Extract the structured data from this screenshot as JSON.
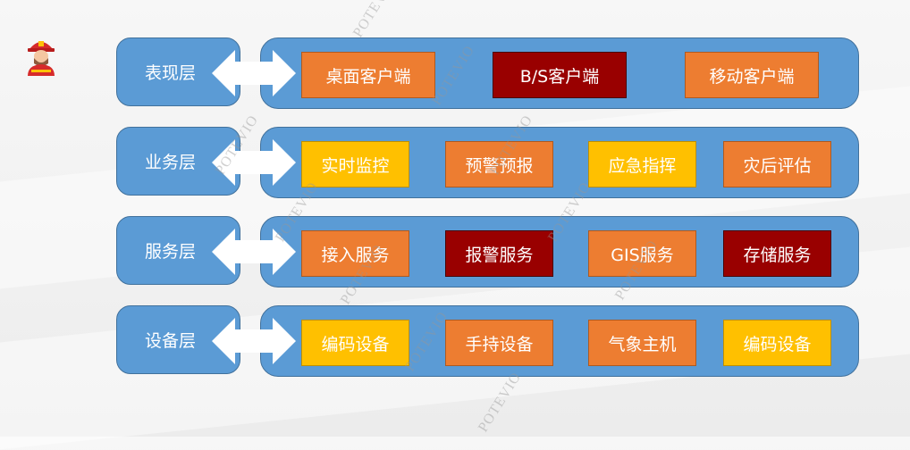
{
  "colors": {
    "layer_blue": "#5b9bd5",
    "orange": "#ed7d31",
    "yellow": "#ffc000",
    "dark_red": "#990000",
    "text": "#ffffff"
  },
  "avatar": {
    "icon": "firefighter-avatar-icon"
  },
  "watermark": "POTEVIO",
  "layers": [
    {
      "label": "表现层",
      "items": [
        {
          "label": "桌面客户端",
          "color": "orange"
        },
        {
          "label": "B/S客户端",
          "color": "dark_red"
        },
        {
          "label": "移动客户端",
          "color": "orange"
        }
      ]
    },
    {
      "label": "业务层",
      "items": [
        {
          "label": "实时监控",
          "color": "yellow"
        },
        {
          "label": "预警预报",
          "color": "orange"
        },
        {
          "label": "应急指挥",
          "color": "yellow"
        },
        {
          "label": "灾后评估",
          "color": "orange"
        }
      ]
    },
    {
      "label": "服务层",
      "items": [
        {
          "label": "接入服务",
          "color": "orange"
        },
        {
          "label": "报警服务",
          "color": "dark_red"
        },
        {
          "label": "GIS服务",
          "color": "orange"
        },
        {
          "label": "存储服务",
          "color": "dark_red"
        }
      ]
    },
    {
      "label": "设备层",
      "items": [
        {
          "label": "编码设备",
          "color": "yellow"
        },
        {
          "label": "手持设备",
          "color": "orange"
        },
        {
          "label": "气象主机",
          "color": "orange"
        },
        {
          "label": "编码设备",
          "color": "yellow"
        }
      ]
    }
  ]
}
